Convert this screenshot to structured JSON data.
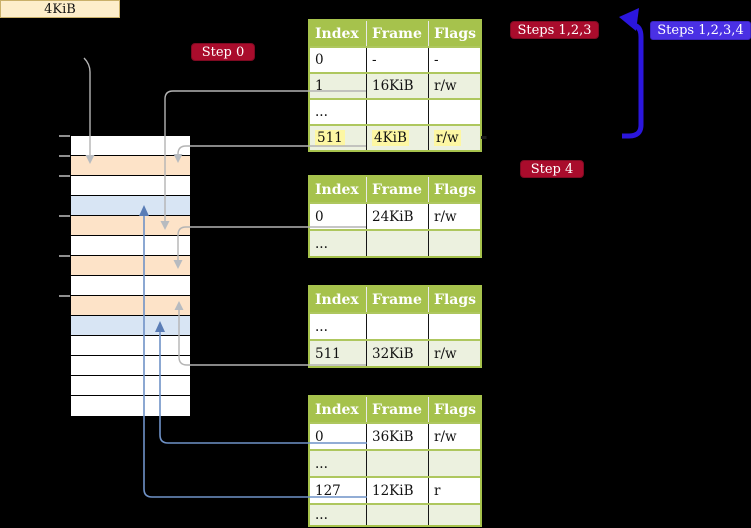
{
  "labels": {
    "page_size": "4KiB",
    "step0": "Step 0",
    "steps123": "Steps 1,2,3",
    "steps1234": "Steps 1,2,3,4",
    "step4": "Step 4"
  },
  "memory": {
    "rows": [
      "white",
      "orange",
      "white",
      "blue",
      "orange",
      "white",
      "orange",
      "white",
      "orange",
      "blue",
      "white",
      "white",
      "white",
      "white"
    ]
  },
  "table_headers": [
    "Index",
    "Frame",
    "Flags"
  ],
  "tables": [
    {
      "id": "page-table-1",
      "highlighted_row_index": 3,
      "rows": [
        [
          "0",
          "-",
          "-"
        ],
        [
          "1",
          "16KiB",
          "r/w"
        ],
        [
          "...",
          "",
          ""
        ],
        [
          "511",
          "4KiB",
          "r/w"
        ]
      ]
    },
    {
      "id": "page-table-2",
      "rows": [
        [
          "0",
          "24KiB",
          "r/w"
        ],
        [
          "...",
          "",
          ""
        ]
      ]
    },
    {
      "id": "page-table-3",
      "rows": [
        [
          "...",
          "",
          ""
        ],
        [
          "511",
          "32KiB",
          "r/w"
        ]
      ]
    },
    {
      "id": "page-table-4",
      "rows": [
        [
          "0",
          "36KiB",
          "r/w"
        ],
        [
          "...",
          "",
          ""
        ],
        [
          "127",
          "12KiB",
          "r"
        ],
        [
          "...",
          "",
          ""
        ]
      ]
    }
  ],
  "colors": {
    "background": "#000000",
    "table_header_green": "#a6c24c",
    "table_alt_row_green": "#ecf1df",
    "highlight_yellow": "#fdf7a3",
    "badge_red": "#a90c2c",
    "badge_blue": "#4a30e4",
    "thick_arrow_blue": "#2b16dd",
    "connector_grey": "#b4b4b4",
    "connector_blue": "#6f92c7",
    "frame_orange": "#fde3c8",
    "frame_blue": "#d8e5f4",
    "page_size_label_bg": "#fdeecb"
  }
}
